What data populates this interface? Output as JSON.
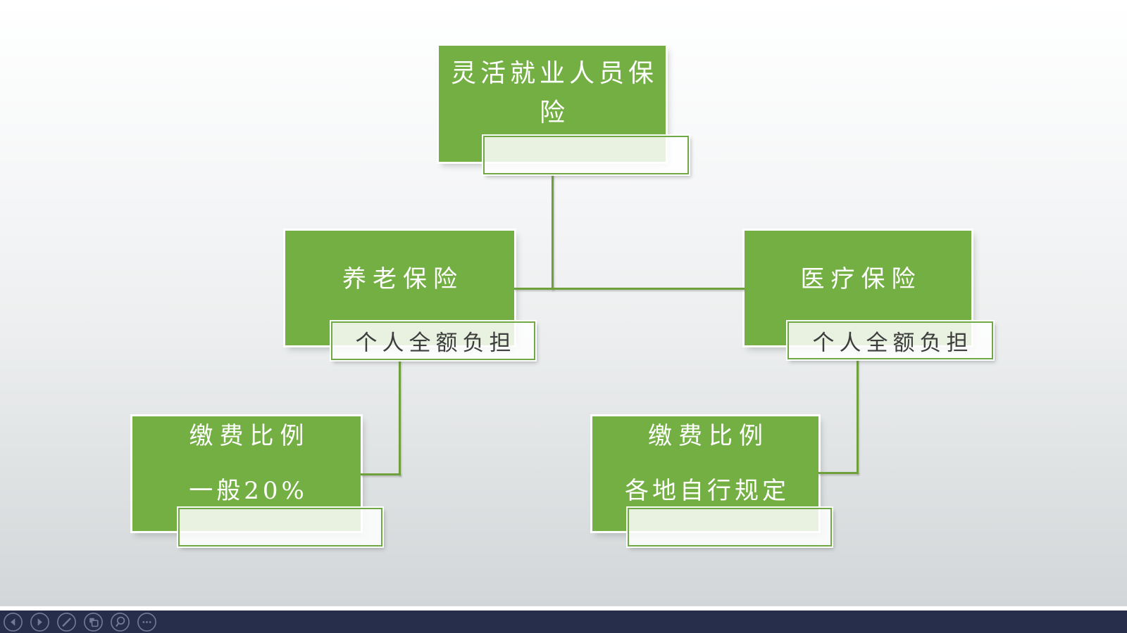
{
  "diagram": {
    "root": {
      "line1": "灵活就业人员保",
      "line2": "险",
      "sublabel": ""
    },
    "pension": {
      "label": "养老保险",
      "sublabel": "个人全额负担"
    },
    "medical": {
      "label": "医疗保险",
      "sublabel": "个人全额负担"
    },
    "pension_rate": {
      "line1": "缴费比例",
      "line2": "一般20%",
      "sublabel": ""
    },
    "medical_rate": {
      "line1": "缴费比例",
      "line2": "各地自行规定",
      "sublabel": ""
    }
  },
  "toolbar": {
    "icons": [
      {
        "name": "previous-slide-icon"
      },
      {
        "name": "next-slide-icon"
      },
      {
        "name": "pen-icon"
      },
      {
        "name": "see-all-slides-icon"
      },
      {
        "name": "zoom-slide-icon"
      },
      {
        "name": "more-options-icon"
      }
    ]
  },
  "colors": {
    "node_green": "#74AF43",
    "subbox_border_green": "#6FA845",
    "connector_green": "#6FA03C",
    "toolbar_navy": "#272E4B",
    "icon_gray": "#717B97",
    "sublabel_text": "#3D3D3D"
  }
}
